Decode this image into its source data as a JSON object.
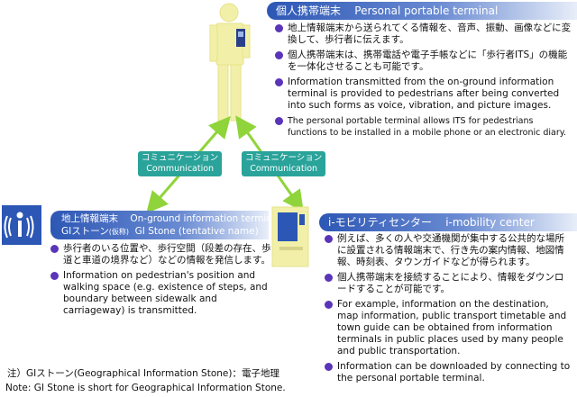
{
  "personal": {
    "title_ja": "個人携帯端末",
    "title_en": "Personal portable terminal",
    "bullets": [
      "地上情報端末から送られてくる情報を、音声、振動、画像などに変換して、歩行者に伝えます。",
      "個人携帯端末は、携帯電話や電子手帳などに「歩行者ITS」の機能を一体化させることも可能です。",
      "Information transmitted from the on-ground information terminal is provided to pedestrians after being converted into such forms as voice, vibration, and picture images.",
      "The personal portable terminal allows ITS for pedestrians functions to be installed in a mobile phone or an electronic diary."
    ]
  },
  "communication": {
    "left_ja": "コミュニケーション",
    "left_en": "Communication",
    "right_ja": "コミュニケーション",
    "right_en": "Communication"
  },
  "ground": {
    "title_ja": "地上情報端末",
    "title_en": "On-ground information terminal",
    "subtitle_ja": "GIストーン",
    "subtitle_tag": "(仮称)",
    "subtitle_en": "GI Stone (tentative name)",
    "bullets": [
      "歩行者のいる位置や、歩行空間（段差の存在、歩道と車道の境界など）などの情報を発信します。",
      "Information on pedestrian's position and walking space (e.g. existence of steps, and boundary between sidewalk and carriageway) is transmitted."
    ]
  },
  "imobility": {
    "title_ja": "i-モビリティセンター",
    "title_en": "i-mobility center",
    "bullets": [
      "例えば、多くの人や交通機関が集中する公共的な場所に設置される情報端末で、行き先の案内情報、地図情報、時刻表、タウンガイドなどが得られます。",
      "個人携帯端末を接続することにより、情報をダウンロードすることが可能です。",
      "For example, information on the destination, map information, public transport timetable and town guide can be obtained from information terminals in public places used by many people and public transportation.",
      "Information can be downloaded by connecting to the personal portable terminal."
    ]
  },
  "notes": {
    "ja": "注）GIストーン(Geographical Information Stone)：電子地理",
    "en": "Note: GI Stone is short for Geographical Information Stone."
  },
  "colors": {
    "header": "#2d57b5",
    "bullet": "#5a35b8",
    "arrow": "#8fd43a",
    "comm": "#2aa39a",
    "figure": "#f2f0a8"
  }
}
